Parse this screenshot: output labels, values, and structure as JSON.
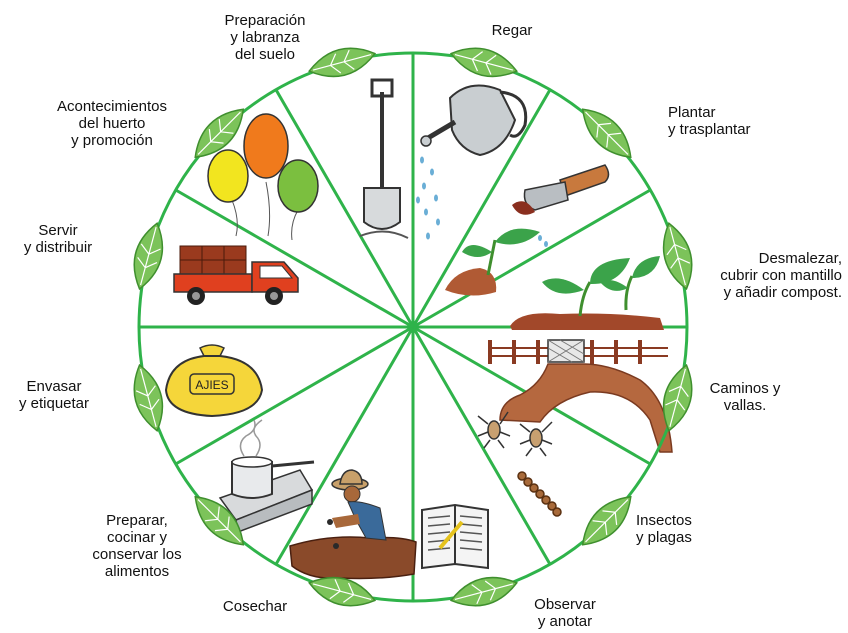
{
  "colors": {
    "ring": "#2fb34a",
    "spoke": "#2fb34a",
    "leaf": "#7cc35a",
    "leaf_dark": "#3f8f2e",
    "balloon_yellow": "#f2e51f",
    "balloon_orange": "#f07a1c",
    "balloon_green": "#7bbf3f",
    "truck_red": "#e0401f",
    "crate_brown": "#9a3a1e",
    "bag_yellow": "#f5d63a",
    "soil": "#b05a34",
    "path_brown": "#b5683f",
    "can_gray": "#c9ced1",
    "water_blue": "#6aaed6"
  },
  "segments": [
    {
      "label": "Preparación\ny labranza\ndel suelo",
      "icon": "shovel-icon"
    },
    {
      "label": "Regar",
      "icon": "watering-can-icon"
    },
    {
      "label": "Plantar\ny trasplantar",
      "icon": "trowel-seedling-icon"
    },
    {
      "label": "Desmalezar,\ncubrir con mantillo\ny añadir compost.",
      "icon": "sprouts-mulch-icon"
    },
    {
      "label": "Caminos y\nvallas.",
      "icon": "fence-path-icon"
    },
    {
      "label": "Insectos\ny plagas",
      "icon": "insects-icon"
    },
    {
      "label": "Observar\ny anotar",
      "icon": "notebook-icon"
    },
    {
      "label": "Cosechar",
      "icon": "farmer-harvest-icon"
    },
    {
      "label": "Preparar,\ncocinar y\nconservar los\nalimentos",
      "icon": "cooking-pot-icon"
    },
    {
      "label": "Envasar\ny etiquetar",
      "icon": "sack-icon"
    },
    {
      "label": "Servir\ny distribuir",
      "icon": "truck-icon"
    },
    {
      "label": "Acontecimientos\ndel huerto\ny promoción",
      "icon": "balloons-icon"
    }
  ],
  "sack_text": "AJIES"
}
